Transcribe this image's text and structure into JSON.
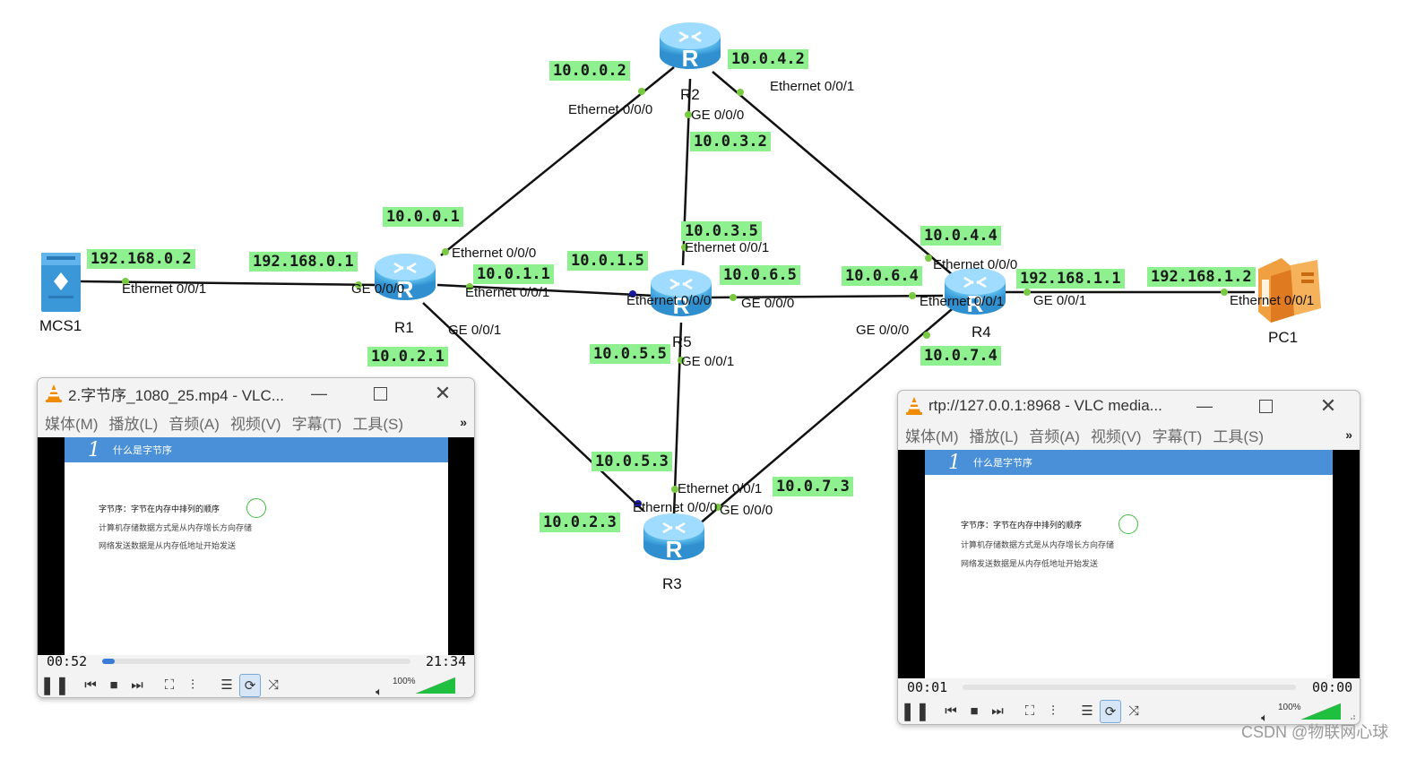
{
  "topology": {
    "devices": [
      {
        "id": "MCS1",
        "label": "MCS1"
      },
      {
        "id": "R1",
        "label": "R1"
      },
      {
        "id": "R2",
        "label": "R2"
      },
      {
        "id": "R3",
        "label": "R3"
      },
      {
        "id": "R4",
        "label": "R4"
      },
      {
        "id": "R5",
        "label": "R5"
      },
      {
        "id": "PC1",
        "label": "PC1"
      }
    ],
    "ip_labels": [
      "192.168.0.2",
      "192.168.0.1",
      "10.0.0.1",
      "10.0.0.2",
      "10.0.4.2",
      "10.0.3.2",
      "10.0.3.5",
      "10.0.1.1",
      "10.0.1.5",
      "10.0.6.5",
      "10.0.6.4",
      "10.0.4.4",
      "192.168.1.1",
      "192.168.1.2",
      "10.0.2.1",
      "10.0.5.5",
      "10.0.7.4",
      "10.0.5.3",
      "10.0.7.3",
      "10.0.2.3"
    ],
    "port_labels": [
      "Ethernet 0/0/1",
      "GE 0/0/0",
      "Ethernet 0/0/0",
      "Ethernet 0/0/1",
      "GE 0/0/1",
      "Ethernet 0/0/0",
      "GE 0/0/0",
      "Ethernet 0/0/1",
      "Ethernet 0/0/1",
      "Ethernet 0/0/0",
      "GE 0/0/0",
      "GE 0/0/1",
      "Ethernet 0/0/0",
      "Ethernet 0/0/1",
      "GE 0/0/1",
      "GE 0/0/0",
      "Ethernet 0/0/1",
      "Ethernet 0/0/1",
      "Ethernet 0/0/0",
      "GE 0/0/0"
    ]
  },
  "player_left": {
    "title": "2.字节序_1080_25.mp4 - VLC...",
    "menu": [
      "媒体(M)",
      "播放(L)",
      "音频(A)",
      "视频(V)",
      "字幕(T)",
      "工具(S)"
    ],
    "more": "»",
    "slide": {
      "num": "1",
      "title": "什么是字节序",
      "lines": [
        "字节序：字节在内存中排列的顺序",
        "计算机存储数据方式是从内存增长方向存储",
        "网络发送数据是从内存低地址开始发送"
      ]
    },
    "time_elapsed": "00:52",
    "time_total": "21:34",
    "progress": 0.04,
    "volume": "100%",
    "volume_level": 1.0
  },
  "player_right": {
    "title": "rtp://127.0.0.1:8968 - VLC media...",
    "menu": [
      "媒体(M)",
      "播放(L)",
      "音频(A)",
      "视频(V)",
      "字幕(T)",
      "工具(S)"
    ],
    "more": "»",
    "slide": {
      "num": "1",
      "title": "什么是字节序",
      "lines": [
        "字节序：字节在内存中排列的顺序",
        "计算机存储数据方式是从内存增长方向存储",
        "网络发送数据是从内存低地址开始发送"
      ]
    },
    "time_elapsed": "00:01",
    "time_total": "00:00",
    "progress": 0.0,
    "volume": "100%",
    "volume_level": 1.0
  },
  "icons": [
    "vlc-cone-icon",
    "minimize-icon",
    "maximize-icon",
    "close-icon",
    "pause-icon",
    "previous-icon",
    "stop-icon",
    "next-icon",
    "fullscreen-icon",
    "equalizer-icon",
    "playlist-icon",
    "loop-icon",
    "shuffle-icon",
    "speaker-icon",
    "router-icon",
    "server-icon",
    "pc-icon"
  ],
  "colors": {
    "ip_label_bg": "#8ef08e",
    "link": "#111111",
    "port_dot": "#7ac943",
    "slide_bar": "#4a90d9",
    "seek": "#3a7bd5",
    "volume": "#1fbf3f"
  },
  "watermark": "CSDN @物联网心球"
}
